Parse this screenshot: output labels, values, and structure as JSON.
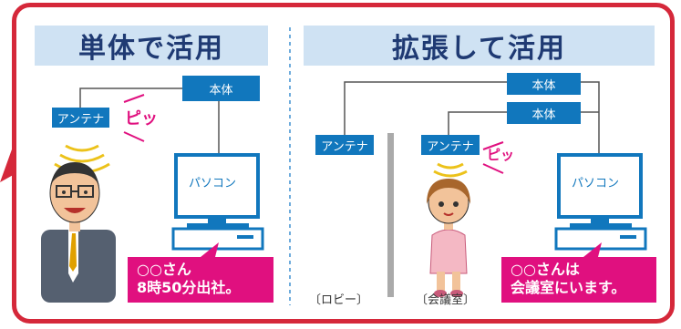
{
  "left": {
    "title": "単体で活用",
    "unit_label": "本体",
    "antenna_label": "アンテナ",
    "beep": "ピッ",
    "pc_label": "パソコン",
    "callout_line1": "○○さん",
    "callout_line2": "8時50分出社。"
  },
  "right": {
    "title": "拡張して活用",
    "unit1_label": "本体",
    "unit2_label": "本体",
    "antenna1_label": "アンテナ",
    "antenna2_label": "アンテナ",
    "beep": "ピッ",
    "pc_label": "パソコン",
    "callout_line1": "○○さんは",
    "callout_line2": "会議室にいます。",
    "place_lobby": "〔ロビー〕",
    "place_meeting": "〔会議室〕"
  },
  "colors": {
    "frame": "#d5283a",
    "title_bg": "#cfe2f3",
    "title_text": "#1f3a73",
    "device": "#1177bd",
    "accent": "#e0107f"
  }
}
